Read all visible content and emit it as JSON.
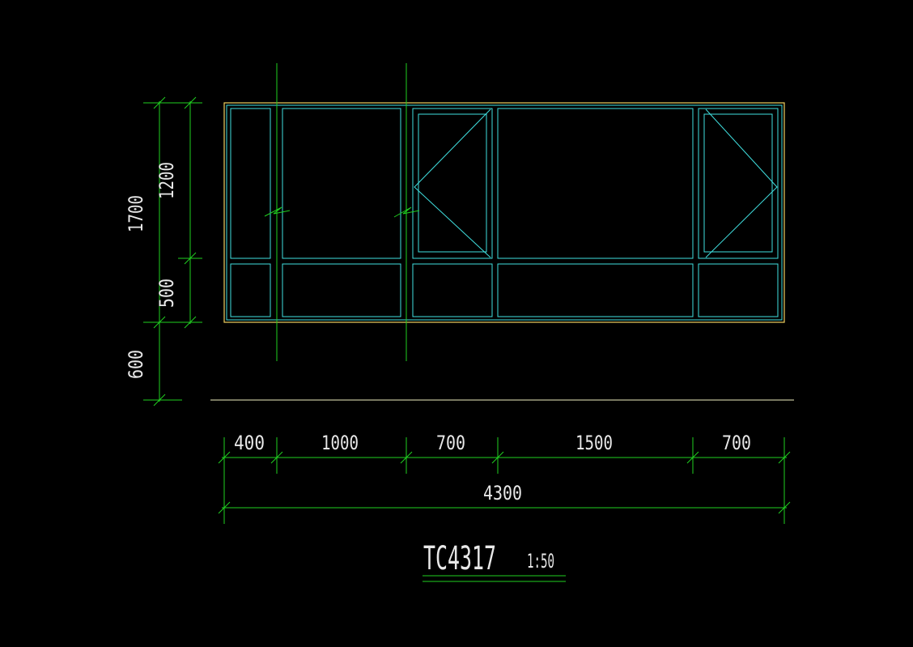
{
  "colors": {
    "background": "#000000",
    "frame_outer": "#f0d060",
    "frame_inner": "#40e0e0",
    "dimension": "#20d020",
    "text": "#e8e8e8",
    "ground_line": "#f0f0c0"
  },
  "drawing": {
    "title": "TC4317",
    "scale": "1:50"
  },
  "dimensions": {
    "vertical": {
      "total_height": "1700",
      "upper_height": "1200",
      "lower_height": "500",
      "sill_height": "600"
    },
    "horizontal": {
      "segments": [
        "400",
        "1000",
        "700",
        "1500",
        "700"
      ],
      "total_width": "4300"
    }
  }
}
